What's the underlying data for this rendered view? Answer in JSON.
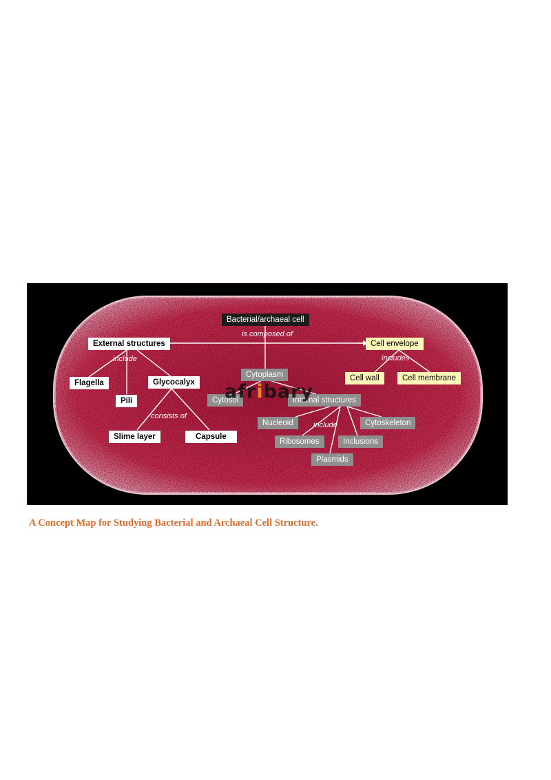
{
  "figure": {
    "root": "Bacterial/archaeal cell",
    "root_link": "is composed of",
    "external": {
      "title": "External structures",
      "link": "include",
      "flagella": "Flagella",
      "pili": "Pili",
      "glycocalyx": "Glycocalyx",
      "glycocalyx_link": "consists of",
      "slime_layer": "Slime layer",
      "capsule": "Capsule"
    },
    "envelope": {
      "title": "Cell envelope",
      "link": "includes",
      "cell_wall": "Cell wall",
      "cell_membrane": "Cell membrane"
    },
    "cytoplasm": {
      "title": "Cytoplasm",
      "cytosol": "Cytosol",
      "internal": "Internal structures",
      "internal_link": "include",
      "nucleoid": "Nucleoid",
      "cytoskeleton": "Cytoskeleton",
      "ribosomes": "Ribosomes",
      "inclusions": "Inclusions",
      "plasmids": "Plasmids"
    },
    "watermark": "afribary",
    "colors": {
      "cell_fill": "#c2213f",
      "background": "#000000",
      "envelope_box": "#fbf5b8",
      "cytoplasm_box": "#8f8f8f"
    }
  },
  "caption": "A Concept Map for Studying Bacterial and Archaeal Cell Structure."
}
